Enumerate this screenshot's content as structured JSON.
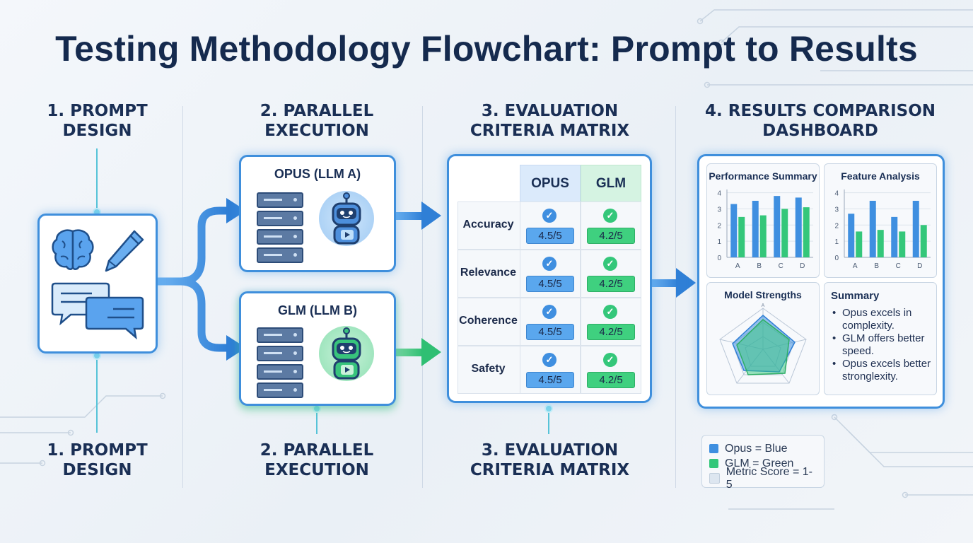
{
  "title": "Testing Methodology Flowchart: Prompt to Results",
  "steps": {
    "s1": {
      "line1": "1. PROMPT",
      "line2": "DESIGN"
    },
    "s2": {
      "line1": "2. PARALLEL",
      "line2": "EXECUTION"
    },
    "s3": {
      "line1": "3. EVALUATION",
      "line2": "CRITERIA MATRIX"
    },
    "s4": {
      "line1": "4. RESULTS COMPARISON",
      "line2": "DASHBOARD"
    }
  },
  "llm_a": {
    "title": "OPUS (LLM A)"
  },
  "llm_b": {
    "title": "GLM (LLM B)"
  },
  "matrix": {
    "col_opus": "OPUS",
    "col_glm": "GLM",
    "rows": [
      {
        "criterion": "Accuracy",
        "opus": "4.5/5",
        "glm": "4.2/5"
      },
      {
        "criterion": "Relevance",
        "opus": "4.5/5",
        "glm": "4.2/5"
      },
      {
        "criterion": "Coherence",
        "opus": "4.5/5",
        "glm": "4.2/5"
      },
      {
        "criterion": "Safety",
        "opus": "4.5/5",
        "glm": "4.2/5"
      }
    ]
  },
  "dashboard": {
    "perf_title": "Performance Summary",
    "feature_title": "Feature Analysis",
    "strengths_title": "Model Strengths",
    "radar_axis_label": "A",
    "summary_title": "Summary",
    "summary_items": [
      "Opus excels in complexity.",
      "GLM offers better speed.",
      "Opus excels better stronglexity."
    ]
  },
  "legend": {
    "opus": "Opus = Blue",
    "glm": "GLM = Green",
    "metric": "Metric Score = 1-5"
  },
  "colors": {
    "opus": "#3f8fe0",
    "glm": "#34c77a",
    "navy": "#152a4e",
    "accent": "#3f8fdc"
  },
  "chart_data": [
    {
      "type": "bar",
      "title": "Performance Summary",
      "categories": [
        "A",
        "B",
        "C",
        "D"
      ],
      "yticks": [
        0,
        1,
        2,
        3,
        4
      ],
      "ylim": [
        0,
        4.2
      ],
      "series": [
        {
          "name": "Opus",
          "color": "#3f8fe0",
          "values": [
            3.3,
            3.5,
            3.8,
            3.7
          ]
        },
        {
          "name": "GLM",
          "color": "#34c77a",
          "values": [
            2.5,
            2.6,
            3.0,
            3.1
          ]
        }
      ]
    },
    {
      "type": "bar",
      "title": "Feature Analysis",
      "categories": [
        "A",
        "B",
        "C",
        "D"
      ],
      "yticks": [
        0,
        1,
        2,
        3,
        4
      ],
      "ylim": [
        0,
        4.2
      ],
      "series": [
        {
          "name": "Opus",
          "color": "#3f8fe0",
          "values": [
            2.7,
            3.5,
            2.5,
            3.5
          ]
        },
        {
          "name": "GLM",
          "color": "#34c77a",
          "values": [
            1.6,
            1.7,
            1.6,
            2.0
          ]
        }
      ]
    }
  ]
}
